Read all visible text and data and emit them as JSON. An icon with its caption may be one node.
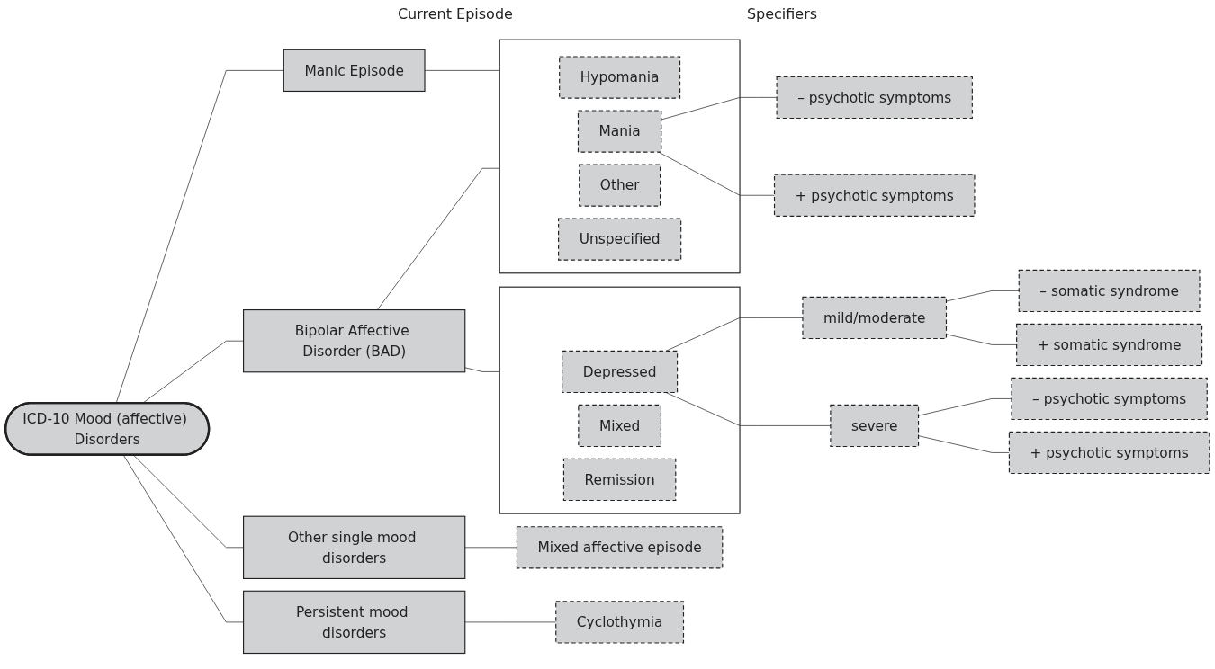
{
  "diagram": {
    "nodes": [
      {
        "text": [
          "ICD-10 Mood (affective) Disorders"
        ]
      },
      {
        "text": [
          "Manic Episode"
        ]
      },
      {
        "text": [
          "Bipolar Affective Disorder (BAD)"
        ]
      },
      {
        "text": [
          "Other single mood disorders"
        ]
      },
      {
        "text": [
          "Persistent mood disorders"
        ]
      },
      {
        "text": [],
        "shape": "box"
      },
      {
        "text": [
          "Hypomania"
        ],
        "in": 5
      },
      {
        "text": [
          "Mania"
        ],
        "in": 5
      },
      {
        "text": [
          "Other"
        ],
        "in": 5
      },
      {
        "text": [
          "Unspecified"
        ],
        "in": 5
      },
      {
        "text": [],
        "shape": "box"
      },
      {
        "text": [
          "Depressed"
        ],
        "in": 10
      },
      {
        "text": [
          "Mixed"
        ],
        "in": 10
      },
      {
        "text": [
          "Remission"
        ],
        "in": 10
      },
      {
        "text": [
          "– psychotic symptoms"
        ]
      },
      {
        "text": [
          "+ psychotic symptoms"
        ]
      },
      {
        "text": [
          "mild/moderate"
        ]
      },
      {
        "text": [
          "severe"
        ]
      },
      {
        "text": [
          "– somatic syndrome"
        ]
      },
      {
        "text": [
          "+ somatic syndrome"
        ]
      },
      {
        "text": [
          "– psychotic symptoms"
        ]
      },
      {
        "text": [
          "+ psychotic symptoms"
        ]
      },
      {
        "text": [
          "Mixed affective episode"
        ]
      },
      {
        "text": [
          "Cyclothymia"
        ]
      }
    ],
    "edges": [
      {
        "from": 0,
        "to": 1,
        "arrow": "none"
      },
      {
        "from": 0,
        "to": 2,
        "arrow": "none"
      },
      {
        "from": 0,
        "to": 3,
        "arrow": "none"
      },
      {
        "from": 0,
        "to": 4,
        "arrow": "none"
      },
      {
        "from": 1,
        "to": 5,
        "arrow": "none"
      },
      {
        "from": 2,
        "to": 5,
        "arrow": "none"
      },
      {
        "from": 2,
        "to": 10,
        "arrow": "none"
      },
      {
        "from": 7,
        "to": 14,
        "arrow": "none"
      },
      {
        "from": 7,
        "to": 15,
        "arrow": "none"
      },
      {
        "from": 11,
        "to": 16,
        "arrow": "none"
      },
      {
        "from": 11,
        "to": 17,
        "arrow": "none"
      },
      {
        "from": 16,
        "to": 18,
        "arrow": "none"
      },
      {
        "from": 16,
        "to": 19,
        "arrow": "none"
      },
      {
        "from": 17,
        "to": 20,
        "arrow": "none"
      },
      {
        "from": 17,
        "to": 21,
        "arrow": "none"
      },
      {
        "from": 3,
        "to": 22,
        "arrow": "none"
      },
      {
        "from": 4,
        "to": 23,
        "arrow": "none"
      }
    ],
    "labels": [
      "Current Episode",
      "Specifiers"
    ]
  }
}
